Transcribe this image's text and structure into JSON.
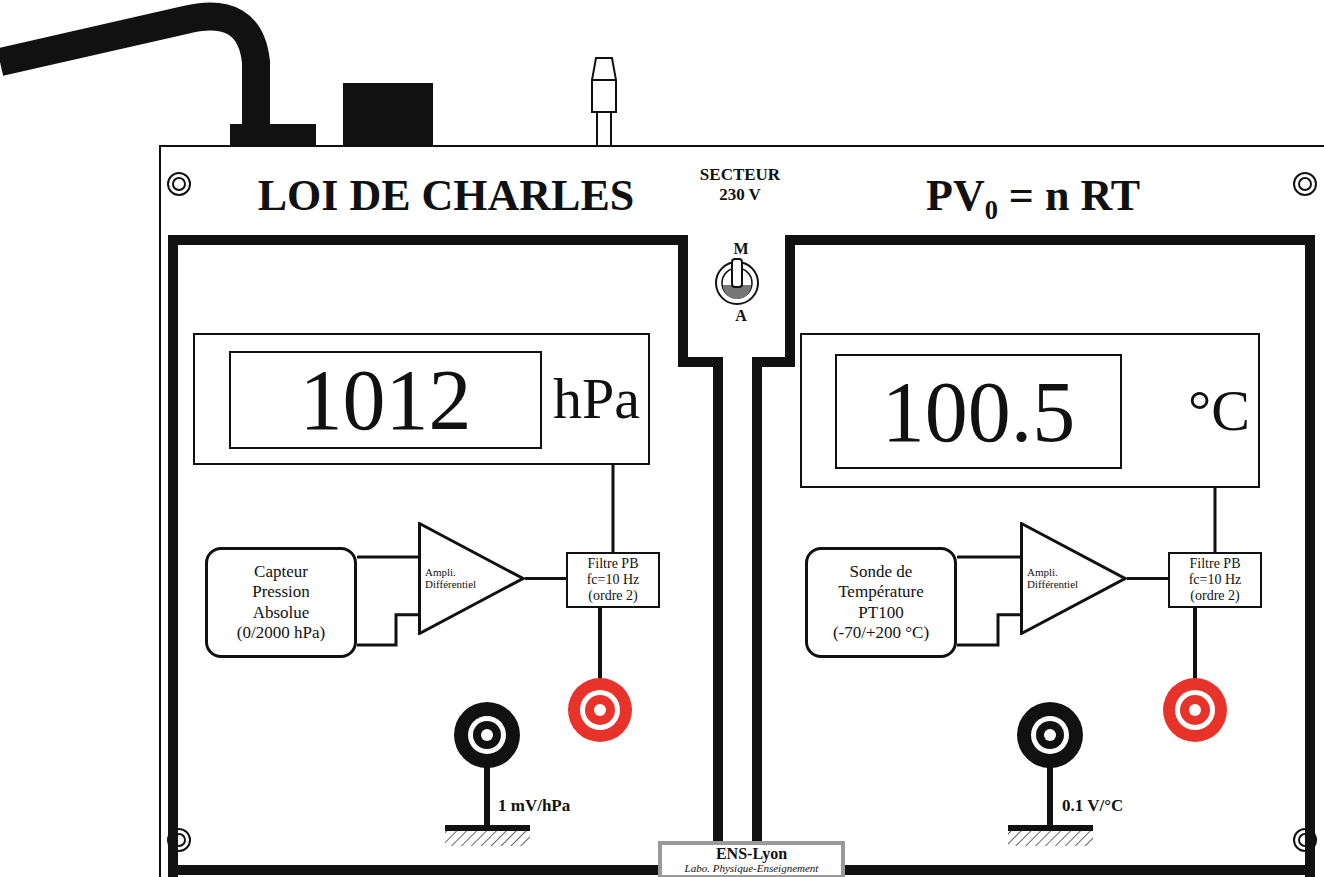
{
  "diagram": {
    "nodes": [
      {
        "text": [
          "LOI DE CHARLES"
        ]
      },
      {
        "text": [
          "PV₀ = n RT"
        ]
      },
      {
        "text": [
          "hPa"
        ],
        "in": 0
      },
      {
        "text": [
          "1012"
        ],
        "in": 2
      },
      {
        "text": [
          "Capteur Pression Absolue (0/2000 hPa)"
        ],
        "in": 0
      },
      {
        "text": [
          "Ampli. Différentiel"
        ],
        "in": 0
      },
      {
        "text": [
          "Filtre PB fc=10 Hz (ordre 2)"
        ],
        "in": 0
      },
      {
        "text": [
          "°C"
        ],
        "in": 1
      },
      {
        "text": [
          "100.5"
        ],
        "in": 7
      },
      {
        "text": [
          "Sonde de Température PT100 (-70/+200 °C)"
        ],
        "in": 1
      },
      {
        "text": [
          "Ampli. Différentiel"
        ],
        "in": 1
      },
      {
        "text": [
          "Filtre PB fc=10 Hz (ordre 2)"
        ],
        "in": 1
      },
      {
        "text": [
          "ENS-Lyon",
          "Labo. Physique-Enseignement"
        ]
      }
    ],
    "edges": [
      {
        "from": 4,
        "to": 5,
        "arrow": "none"
      },
      {
        "from": 4,
        "to": 5,
        "arrow": "none"
      },
      {
        "from": 5,
        "to": 6,
        "arrow": "none"
      },
      {
        "from": 6,
        "to": 2,
        "arrow": "none"
      },
      {
        "from": 9,
        "to": 10,
        "arrow": "none"
      },
      {
        "from": 9,
        "to": 10,
        "arrow": "none"
      },
      {
        "from": 10,
        "to": 11,
        "arrow": "none"
      },
      {
        "from": 11,
        "to": 7,
        "arrow": "none"
      }
    ],
    "labels": [
      "SECTEUR",
      "230 V",
      "M",
      "A",
      "1 mV/hPa",
      "0.1 V/°C"
    ]
  }
}
